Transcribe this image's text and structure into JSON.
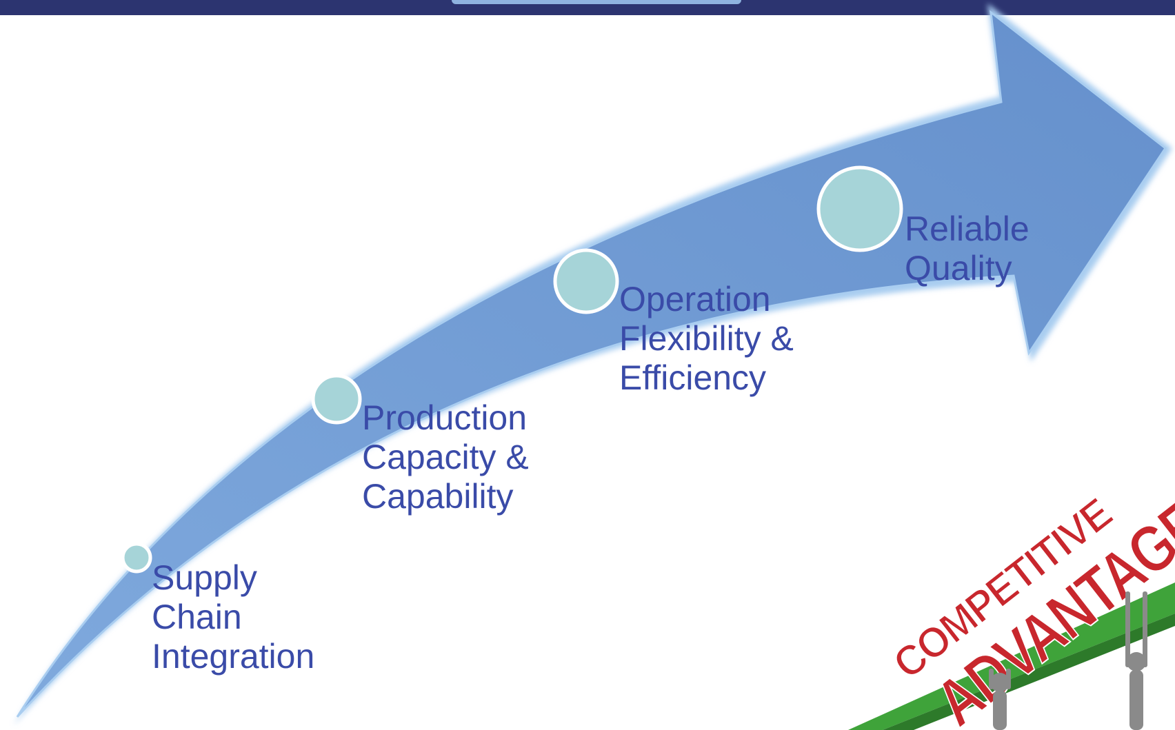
{
  "steps": [
    {
      "label": "Supply\nChain\nIntegration"
    },
    {
      "label": "Production\nCapacity &\nCapability"
    },
    {
      "label": "Operation\nFlexibility &\nEfficiency"
    },
    {
      "label": "Reliable\nQuality"
    }
  ],
  "logo": {
    "line1": "COMPETITIVE",
    "line2": "ADVANTAGE"
  },
  "colors": {
    "arrow": "#6f9bd4",
    "arrow_edge": "#a9cdf0",
    "node_fill": "#a6d4d8",
    "text": "#3a4ba8",
    "top_bar": "#2c3470",
    "logo_red": "#c8272d",
    "logo_green": "#3fa33a"
  }
}
